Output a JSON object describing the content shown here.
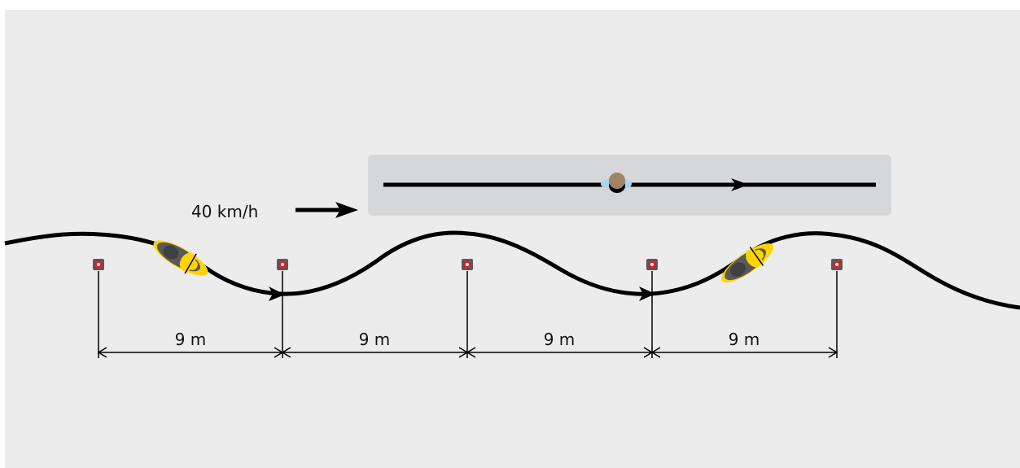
{
  "diagram": {
    "speed_label": "40 km/h",
    "spacings": [
      {
        "label": "9 m"
      },
      {
        "label": "9 m"
      },
      {
        "label": "9 m"
      },
      {
        "label": "9 m"
      }
    ],
    "cone_count": 5,
    "colors": {
      "background": "#ebeceb",
      "inset_panel": "#d6d7d8",
      "path": "#000000",
      "cone_red": "#d2232a",
      "cone_base": "#58595b",
      "motorcycle_yellow": "#ffd400",
      "motorcycle_body": "#58595b",
      "rider_head": "#a08466",
      "rider_shoulders": "#a8d5f0"
    }
  }
}
